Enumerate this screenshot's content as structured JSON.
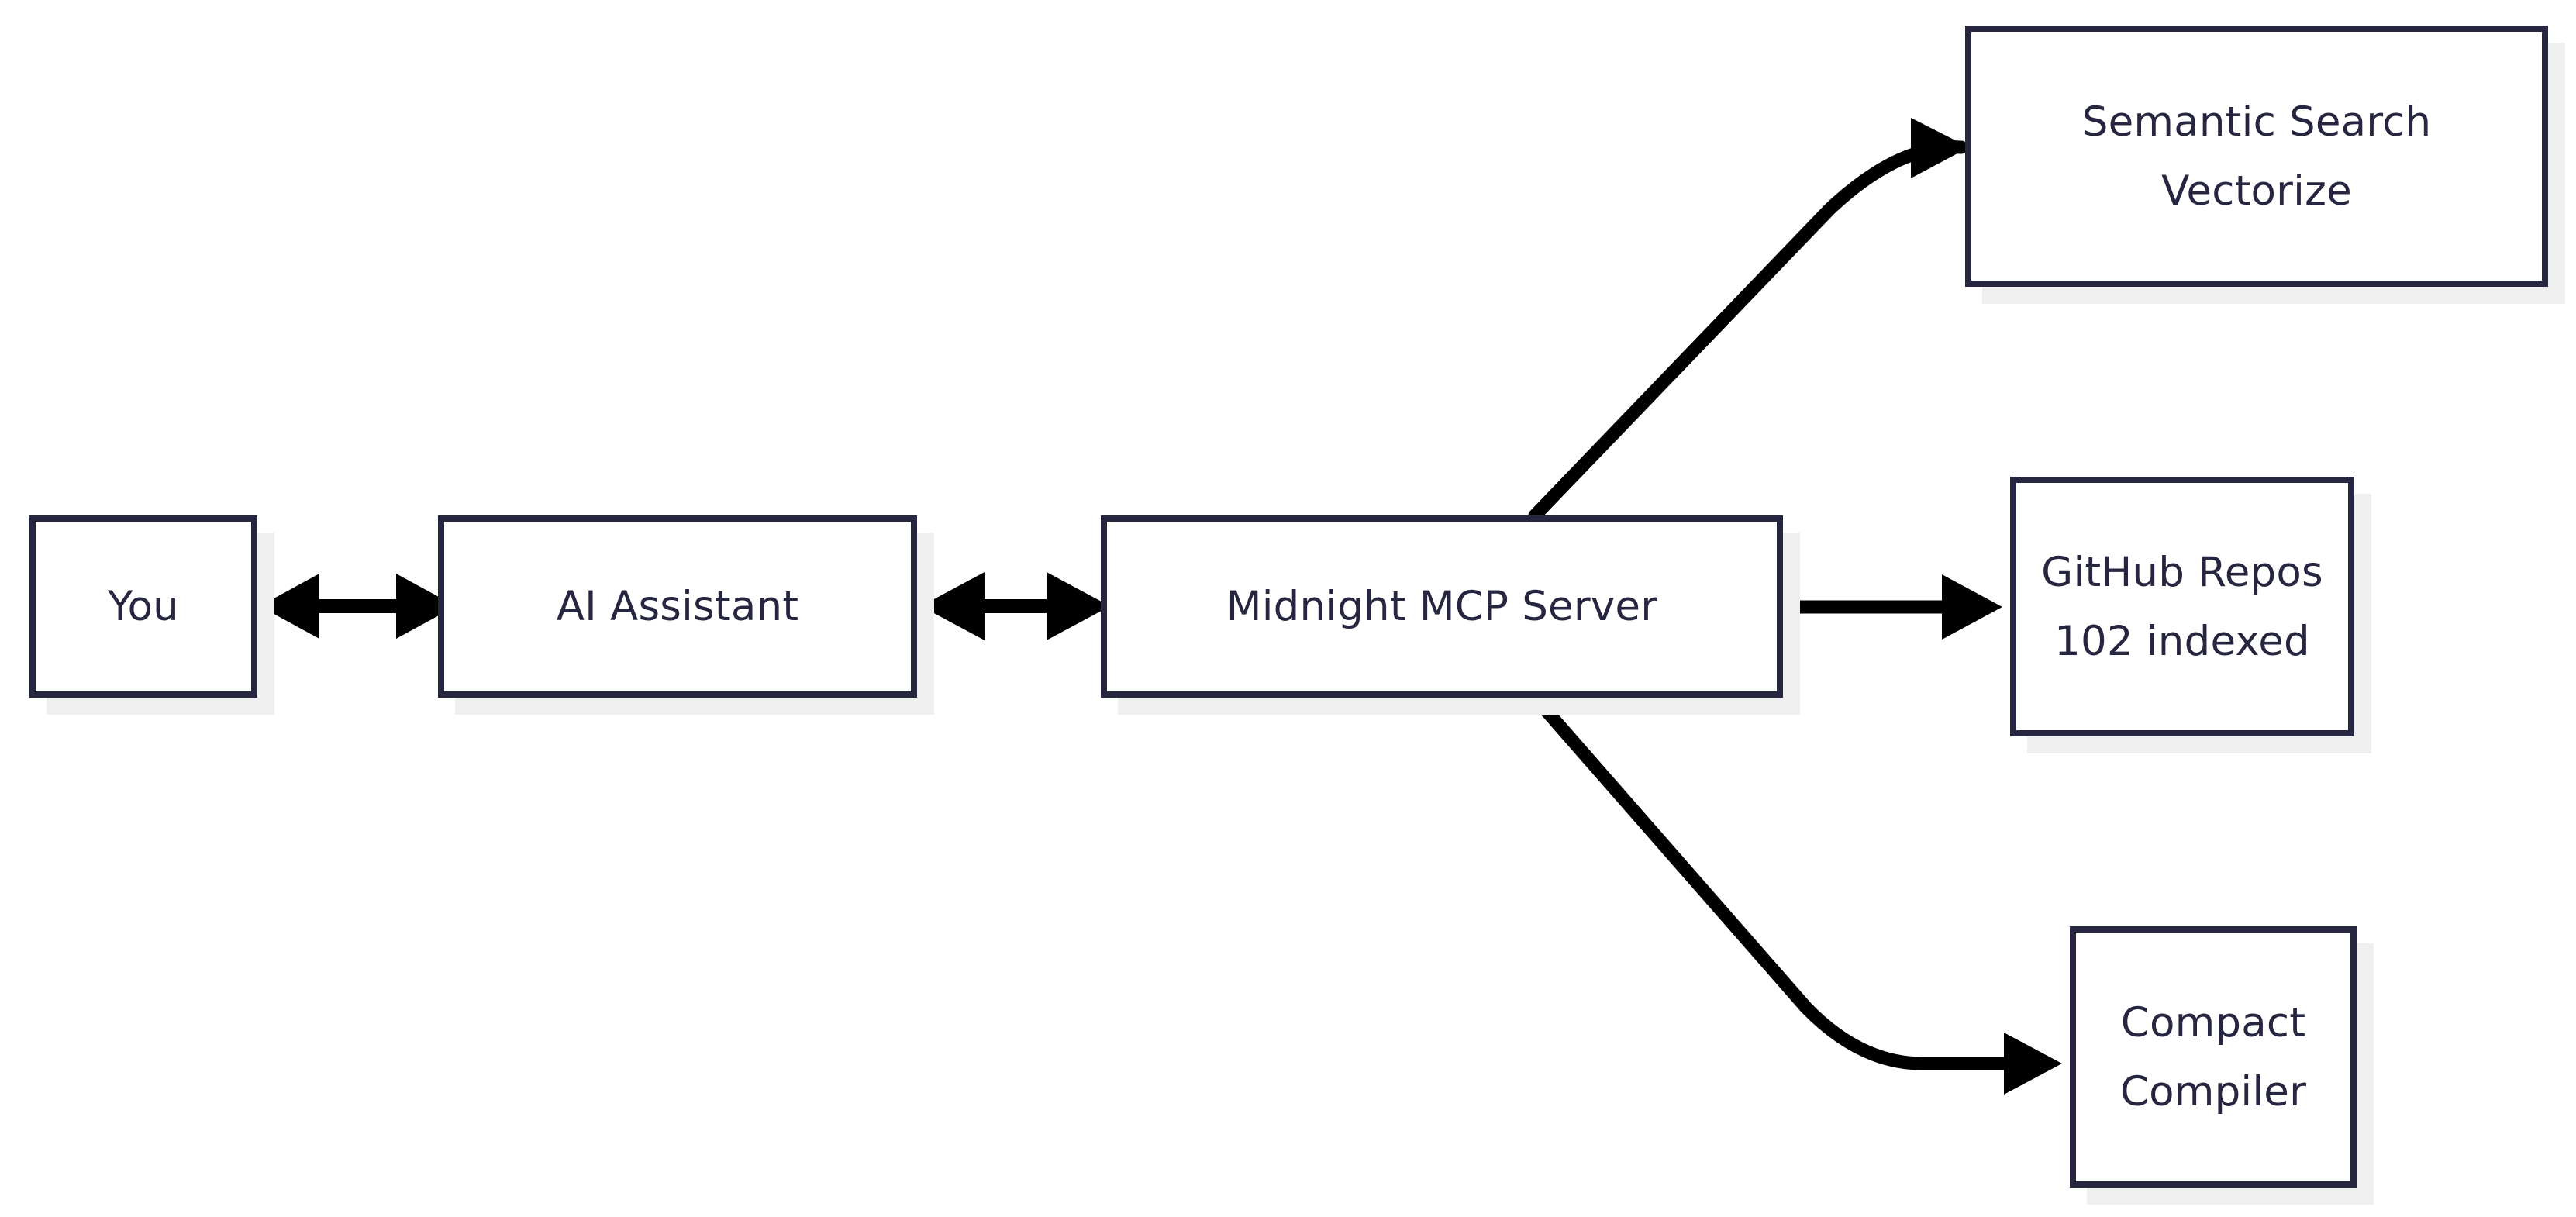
{
  "diagram": {
    "type": "flowchart",
    "orientation": "left-to-right",
    "background_color": "#ffffff",
    "node_border_color": "#262640",
    "node_fill_color": "#ffffff",
    "node_shadow_color": "#efefef",
    "text_color": "#262640",
    "edge_color": "#000000",
    "nodes": [
      {
        "id": "you",
        "label": "You",
        "lines": [
          "You"
        ]
      },
      {
        "id": "ai-assistant",
        "label": "AI Assistant",
        "lines": [
          "AI Assistant"
        ]
      },
      {
        "id": "mcp-server",
        "label": "Midnight MCP Server",
        "lines": [
          "Midnight MCP Server"
        ]
      },
      {
        "id": "semantic-search",
        "label": "Semantic Search Vectorize",
        "lines": [
          "Semantic Search",
          "Vectorize"
        ]
      },
      {
        "id": "github-repos",
        "label": "GitHub Repos 102 indexed",
        "lines": [
          "GitHub Repos",
          "102 indexed"
        ]
      },
      {
        "id": "compact-compiler",
        "label": "Compact Compiler",
        "lines": [
          "Compact",
          "Compiler"
        ]
      }
    ],
    "edges": [
      {
        "id": "edge-you-ai",
        "from": "you",
        "to": "ai-assistant",
        "direction": "bidirectional",
        "style": "straight"
      },
      {
        "id": "edge-ai-mcp",
        "from": "ai-assistant",
        "to": "mcp-server",
        "direction": "bidirectional",
        "style": "straight"
      },
      {
        "id": "edge-mcp-semantic",
        "from": "mcp-server",
        "to": "semantic-search",
        "direction": "forward",
        "style": "curved"
      },
      {
        "id": "edge-mcp-github",
        "from": "mcp-server",
        "to": "github-repos",
        "direction": "forward",
        "style": "straight"
      },
      {
        "id": "edge-mcp-compiler",
        "from": "mcp-server",
        "to": "compact-compiler",
        "direction": "forward",
        "style": "curved"
      }
    ]
  }
}
